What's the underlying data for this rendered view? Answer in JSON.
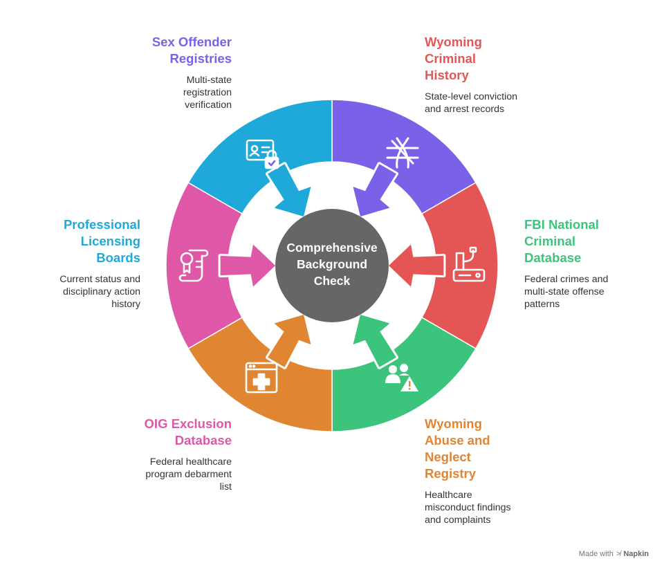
{
  "center": {
    "title": "Comprehensive\nBackground\nCheck"
  },
  "segments": [
    {
      "id": "sex",
      "title": "Sex Offender\nRegistries",
      "description": "Multi-state\nregistration\nverification",
      "color": "#7B61E8",
      "icon": "id-card-lock-icon"
    },
    {
      "id": "wyo",
      "title": "Wyoming\nCriminal\nHistory",
      "description": "State-level conviction\nand arrest records",
      "color": "#E45656",
      "icon": "handcuffs-icon"
    },
    {
      "id": "fbi",
      "title": "FBI National\nCriminal\nDatabase",
      "description": "Federal crimes and\nmulti-state offense\npatterns",
      "color": "#3CC47C",
      "icon": "database-server-icon"
    },
    {
      "id": "abuse",
      "title": "Wyoming\nAbuse and\nNeglect\nRegistry",
      "description": "Healthcare\nmisconduct findings\nand complaints",
      "color": "#E08532",
      "icon": "people-warning-icon"
    },
    {
      "id": "oig",
      "title": "OIG Exclusion\nDatabase",
      "description": "Federal healthcare\nprogram debarment\nlist",
      "color": "#DF58A8",
      "icon": "medical-window-icon"
    },
    {
      "id": "prof",
      "title": "Professional\nLicensing\nBoards",
      "description": "Current status and\ndisciplinary action\nhistory",
      "color": "#1FA9DA",
      "icon": "certificate-scroll-icon"
    }
  ],
  "footer": {
    "made_with": "Made with",
    "brand": "Napkin"
  },
  "colors": {
    "center": "#666666",
    "gap": "#ffffff"
  }
}
